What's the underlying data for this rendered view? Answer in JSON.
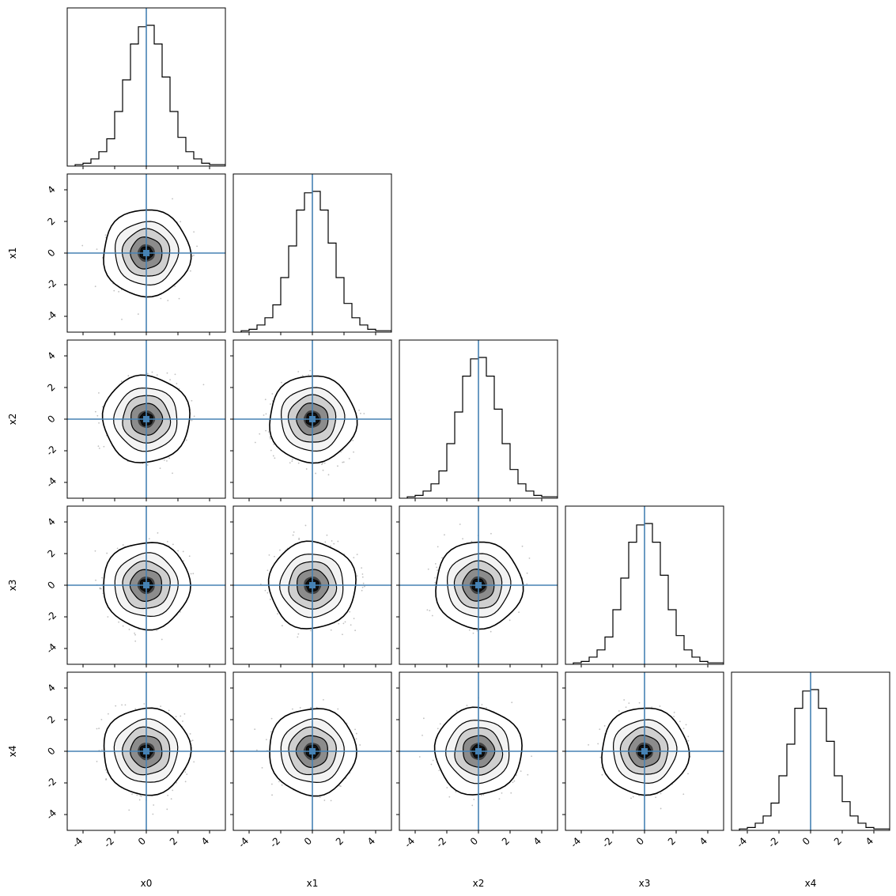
{
  "chart_data": {
    "type": "corner",
    "parameters": [
      "x0",
      "x1",
      "x2",
      "x3",
      "x4"
    ],
    "truths": [
      0,
      0,
      0,
      0,
      0
    ],
    "range": [
      -5,
      5
    ],
    "ticks": [
      -4,
      -2,
      0,
      2,
      4
    ],
    "tick_labels": [
      "-4",
      "-2",
      "0",
      "2",
      "4"
    ],
    "grid": false,
    "histogram_bins": [
      -4.5,
      -4.0,
      -3.5,
      -3.0,
      -2.5,
      -2.0,
      -1.5,
      -1.0,
      -0.5,
      0.0,
      0.5,
      1.0,
      1.5,
      2.0,
      2.5,
      3.0,
      3.5,
      4.0,
      4.5,
      5.0
    ],
    "histograms": [
      {
        "param": "x0",
        "counts": [
          0.01,
          0.02,
          0.05,
          0.1,
          0.19,
          0.38,
          0.6,
          0.85,
          0.97,
          0.98,
          0.85,
          0.62,
          0.38,
          0.2,
          0.1,
          0.05,
          0.02,
          0.01,
          0.01
        ]
      },
      {
        "param": "x1",
        "counts": [
          0.01,
          0.02,
          0.05,
          0.1,
          0.19,
          0.38,
          0.6,
          0.85,
          0.97,
          0.98,
          0.85,
          0.62,
          0.38,
          0.2,
          0.1,
          0.05,
          0.02,
          0.01,
          0.01
        ]
      },
      {
        "param": "x2",
        "counts": [
          0.01,
          0.02,
          0.05,
          0.1,
          0.19,
          0.38,
          0.6,
          0.85,
          0.97,
          0.98,
          0.85,
          0.62,
          0.38,
          0.2,
          0.1,
          0.05,
          0.02,
          0.01,
          0.01
        ]
      },
      {
        "param": "x3",
        "counts": [
          0.01,
          0.02,
          0.05,
          0.1,
          0.19,
          0.38,
          0.6,
          0.85,
          0.97,
          0.98,
          0.85,
          0.62,
          0.38,
          0.2,
          0.1,
          0.05,
          0.02,
          0.01,
          0.01
        ]
      },
      {
        "param": "x4",
        "counts": [
          0.01,
          0.02,
          0.05,
          0.1,
          0.19,
          0.38,
          0.6,
          0.85,
          0.97,
          0.98,
          0.85,
          0.62,
          0.38,
          0.2,
          0.1,
          0.05,
          0.02,
          0.01,
          0.01
        ]
      }
    ],
    "contour_levels_sigma": [
      0.5,
      1.0,
      1.5,
      2.0
    ],
    "distribution": {
      "mean": 0,
      "sigma": 1
    },
    "colors": {
      "truth": "#4682b4",
      "contour": "#000000",
      "points": "#000000",
      "histogram": "#000000",
      "axes": "#000000"
    }
  }
}
